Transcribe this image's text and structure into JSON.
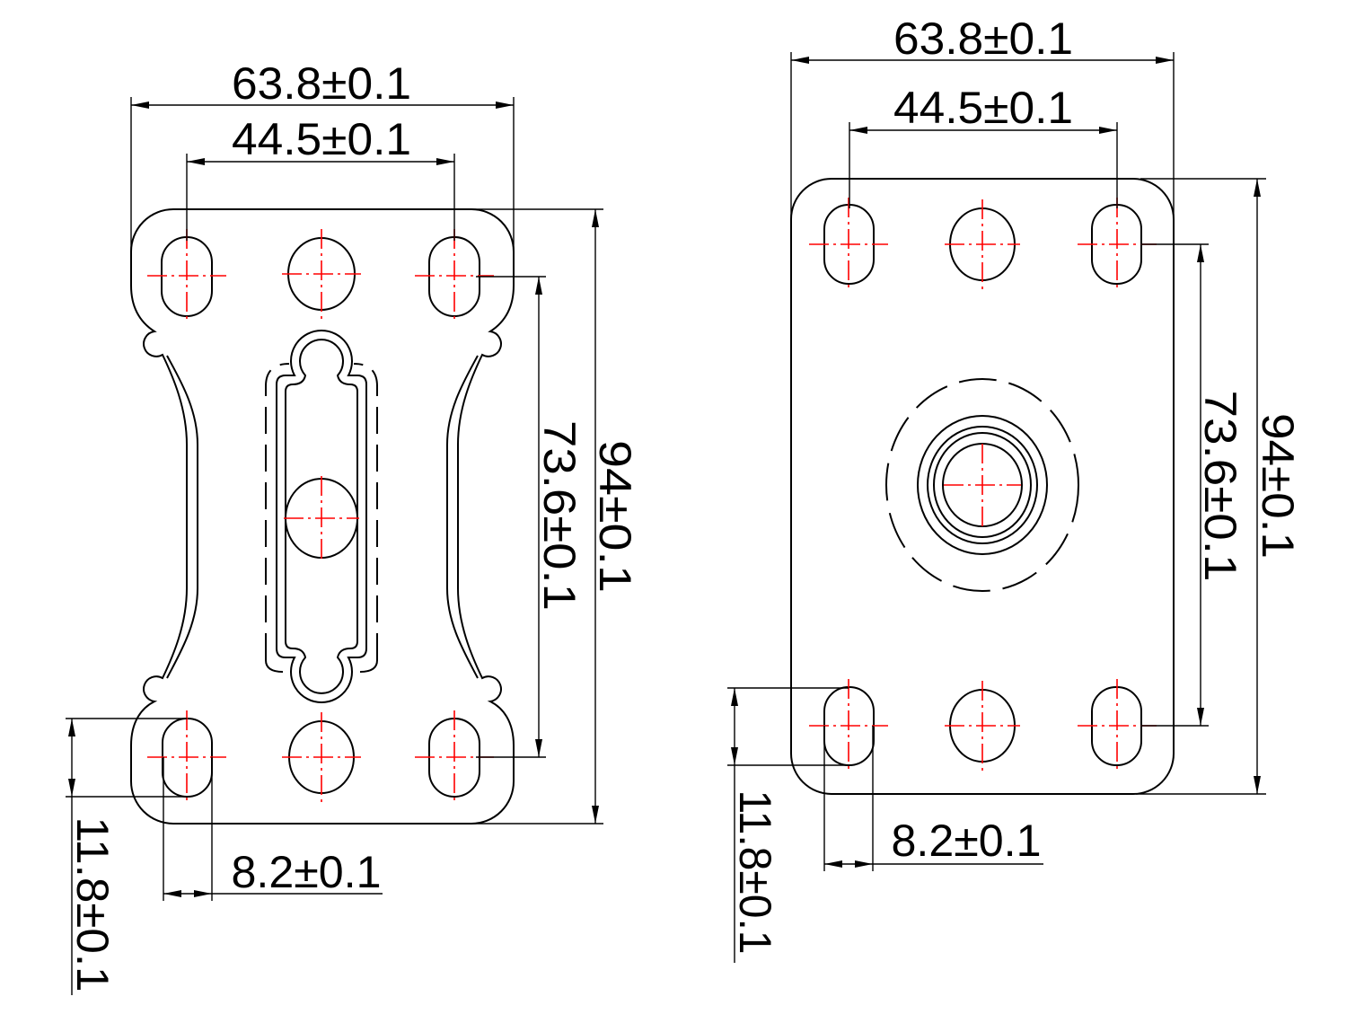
{
  "colors": {
    "line": "#000000",
    "centerline": "#ff0000",
    "background": "#ffffff"
  },
  "left_view": {
    "overall_width": "63.8±0.1",
    "hole_spacing_x": "44.5±0.1",
    "hole_spacing_y": "73.6±0.1",
    "overall_height": "94±0.1",
    "slot_length": "11.8±0.1",
    "slot_width": "8.2±0.1"
  },
  "right_view": {
    "overall_width": "63.8±0.1",
    "hole_spacing_x": "44.5±0.1",
    "hole_spacing_y": "73.6±0.1",
    "overall_height": "94±0.1",
    "slot_length": "11.8±0.1",
    "slot_width": "8.2±0.1"
  }
}
